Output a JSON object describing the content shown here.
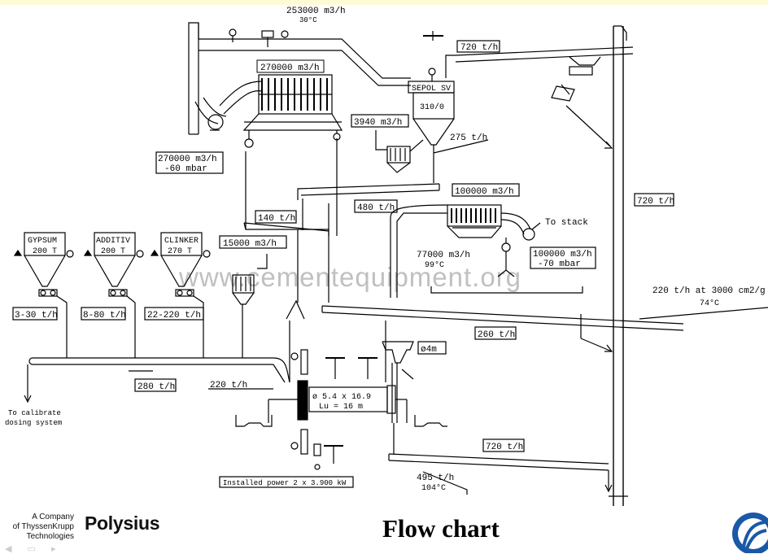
{
  "footer": {
    "company_lines": [
      "A Company",
      "of ThyssenKrupp",
      "Technologies"
    ],
    "brand": "Polysius",
    "title": "Flow chart"
  },
  "watermark": "www.cementequipment.org",
  "hoppers": [
    {
      "name": "GYPSUM",
      "capacity": "200 T",
      "rate": "3-30 t/h"
    },
    {
      "name": "ADDITIV",
      "capacity": "200 T",
      "rate": "8-80 t/h"
    },
    {
      "name": "CLINKER",
      "capacity": "270 T",
      "rate": "22-220 t/h"
    }
  ],
  "labels": {
    "airflow_top": "253000 m3/h",
    "temp_top": "30°C",
    "filter_flow": "270000 m3/h",
    "separator": "SEPOL SV",
    "separator_size": "310/0",
    "elevator_feed": "720 t/h",
    "fan_flow": "270000 m3/h",
    "fan_pressure": "-60 mbar",
    "bag_filter_flow": "3940 m3/h",
    "reject_rate": "275 t/h",
    "conveyor_480": "480 t/h",
    "dust_filter_flow": "100000 m3/h",
    "to_stack": "To stack",
    "elevator_total": "720 t/h",
    "chute_140": "140 t/h",
    "aspiration_flow": "15000 m3/h",
    "cooling_air_flow": "77000 m3/h",
    "cooling_air_temp": "99°C",
    "stack_flow": "100000 m3/h",
    "stack_pressure": "-70 mbar",
    "product_rate": "220 t/h at 3000 cm2/g",
    "product_temp": "74°C",
    "conveyor_260": "260 t/h",
    "cyclone_dia": "ø4m",
    "belt_rate": "280 t/h",
    "feed_rate": "220 t/h",
    "to_calibrate": "To calibrate",
    "dosing_system": "dosing system",
    "mill_size": "ø 5.4 x 16.9",
    "mill_length": "Lu = 16 m",
    "mill_discharge": "720 t/h",
    "outlet_rate": "495 t/h",
    "outlet_temp": "104°C",
    "installed_power": "Installed power 2 x 3.900 kW"
  }
}
